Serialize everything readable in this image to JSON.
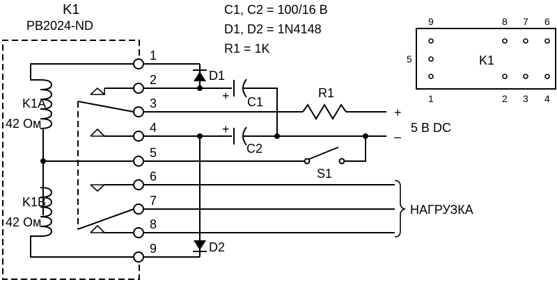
{
  "relay": {
    "ref": "K1",
    "part": "PB2024-ND",
    "coil_a": {
      "name": "K1A",
      "resistance": "42 Ом"
    },
    "coil_b": {
      "name": "K1B",
      "resistance": "42 Ом"
    },
    "pins": [
      "1",
      "2",
      "3",
      "4",
      "5",
      "6",
      "7",
      "8",
      "9"
    ]
  },
  "specs": {
    "capacitors": "C1, C2 = 100/16 В",
    "diodes": "D1, D2 = 1N4148",
    "resistor": "R1 = 1K"
  },
  "components": {
    "d1": "D1",
    "d2": "D2",
    "c1": "C1",
    "c2": "C2",
    "r1": "R1",
    "s1": "S1",
    "c_plus": "+"
  },
  "power": {
    "label": "5 В DC",
    "plus": "+",
    "minus": "–"
  },
  "load": {
    "label": "НАГРУЗКА"
  },
  "pinout": {
    "ref": "K1",
    "top": [
      "9",
      "8",
      "7",
      "6"
    ],
    "bottom": [
      "1",
      "2",
      "3",
      "4"
    ],
    "side": "5"
  }
}
